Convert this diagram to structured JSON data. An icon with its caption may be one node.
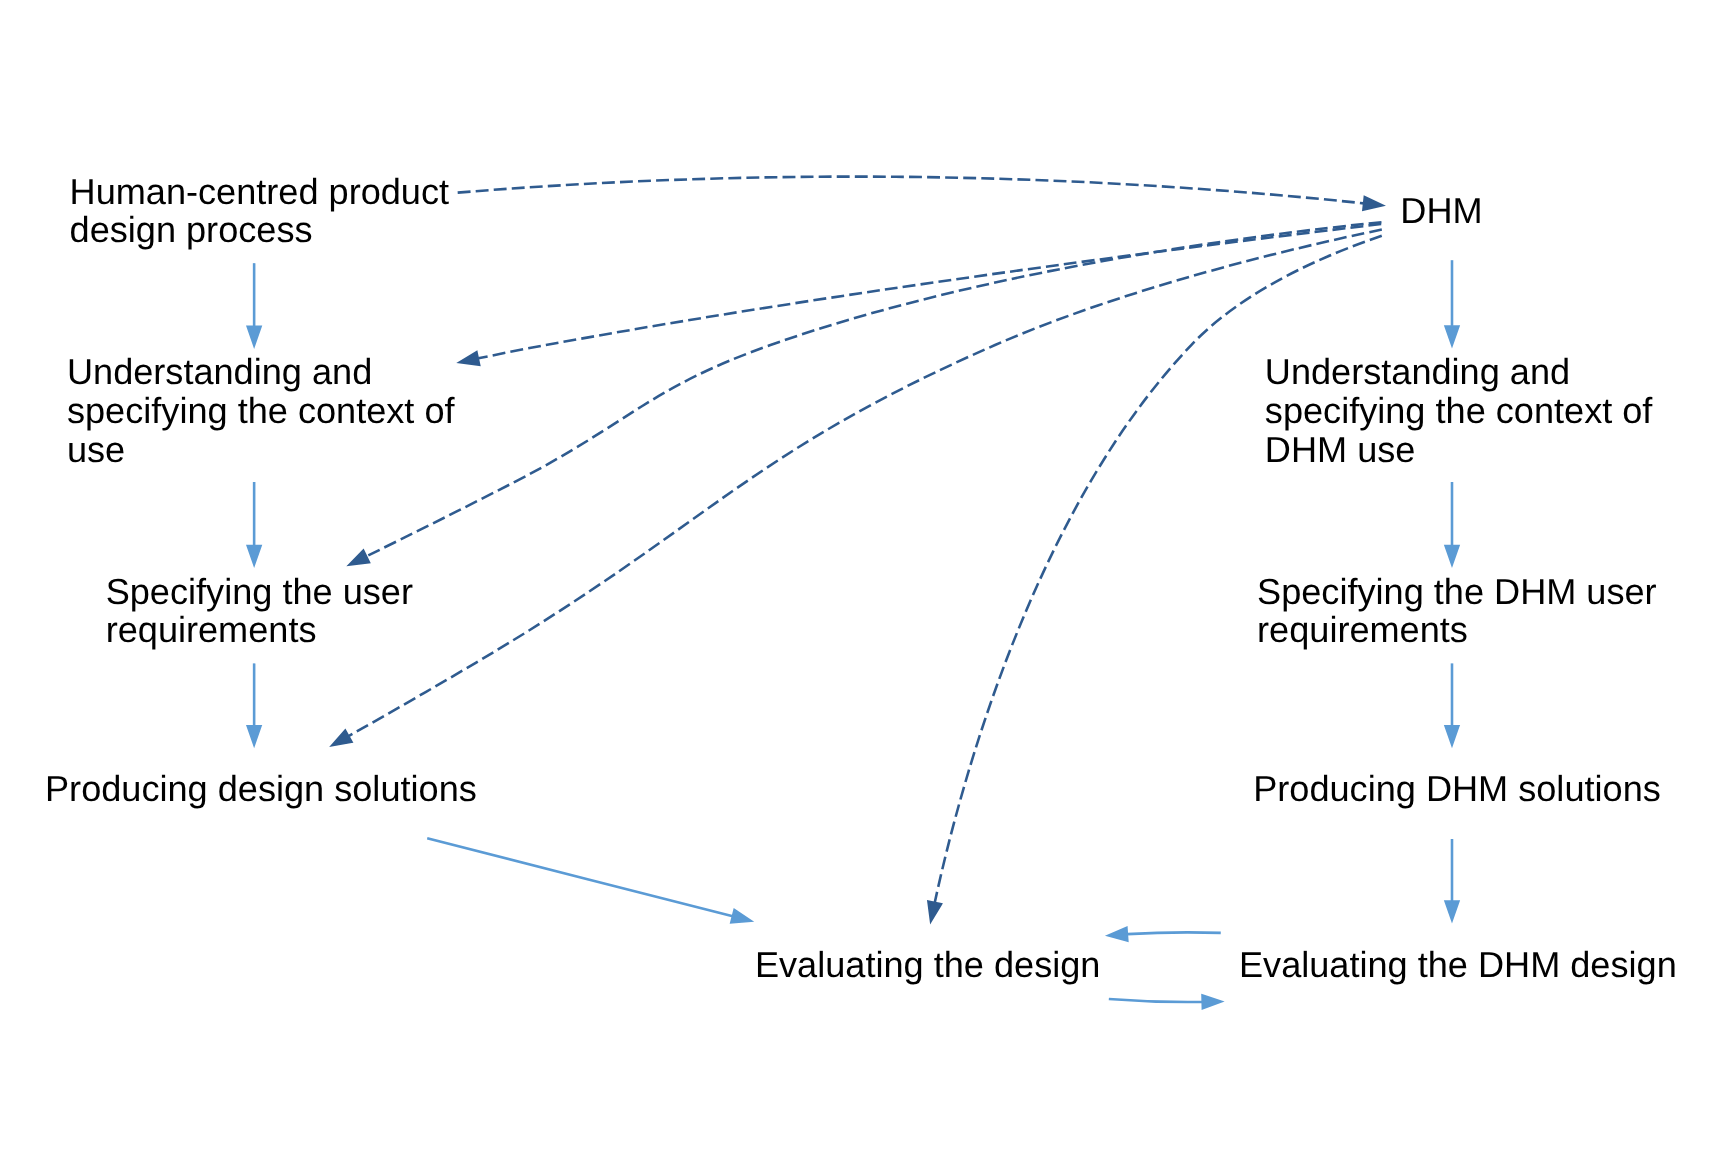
{
  "diagram": {
    "nodes": [
      {
        "text": [
          "Human-centred product design process"
        ]
      },
      {
        "text": [
          "Understanding and specifying the context of use"
        ]
      },
      {
        "text": [
          "Specifying the user requirements"
        ]
      },
      {
        "text": [
          "Producing design solutions"
        ]
      },
      {
        "text": [
          "Evaluating the design"
        ]
      },
      {
        "text": [
          "DHM"
        ]
      },
      {
        "text": [
          "Understanding and specifying the context of DHM use"
        ]
      },
      {
        "text": [
          "Specifying the DHM user requirements"
        ]
      },
      {
        "text": [
          "Producing DHM solutions"
        ]
      },
      {
        "text": [
          "Evaluating the DHM design"
        ]
      }
    ],
    "edges": [
      {
        "from": 0,
        "to": 1,
        "arrow": "to"
      },
      {
        "from": 1,
        "to": 2,
        "arrow": "to"
      },
      {
        "from": 2,
        "to": 3,
        "arrow": "to"
      },
      {
        "from": 3,
        "to": 4,
        "arrow": "to"
      },
      {
        "from": 5,
        "to": 6,
        "arrow": "to"
      },
      {
        "from": 6,
        "to": 7,
        "arrow": "to"
      },
      {
        "from": 7,
        "to": 8,
        "arrow": "to"
      },
      {
        "from": 8,
        "to": 9,
        "arrow": "to"
      },
      {
        "from": 0,
        "to": 5,
        "arrow": "to",
        "style": "dashed",
        "color": "#2f5b8f"
      },
      {
        "from": 5,
        "to": 1,
        "arrow": "to",
        "style": "dashed",
        "color": "#2f5b8f"
      },
      {
        "from": 5,
        "to": 2,
        "arrow": "to",
        "style": "dashed",
        "color": "#2f5b8f"
      },
      {
        "from": 5,
        "to": 3,
        "arrow": "to",
        "style": "dashed",
        "color": "#2f5b8f"
      },
      {
        "from": 5,
        "to": 4,
        "arrow": "to",
        "style": "dashed",
        "color": "#2f5b8f"
      },
      {
        "from": 4,
        "to": 9,
        "arrow": "to"
      },
      {
        "from": 9,
        "to": 4,
        "arrow": "to"
      }
    ]
  }
}
